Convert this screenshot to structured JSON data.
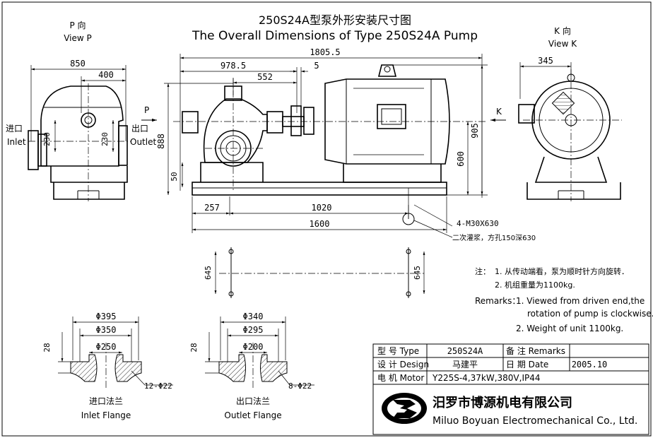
{
  "title_cn": "250S24A型泵外形安装尺寸图",
  "title_en": "The Overall Dimensions of Type 250S24A Pump",
  "view_p": {
    "cn": "P 向",
    "en": "View P"
  },
  "view_k": {
    "cn": "K 向",
    "en": "View K"
  },
  "inlet": {
    "cn": "进口",
    "en": "Inlet"
  },
  "outlet": {
    "cn": "出口",
    "en": "Outlet"
  },
  "marker_p": "P",
  "marker_k": "K",
  "dims": {
    "d850": "850",
    "d400": "400",
    "d230a": "230",
    "d230b": "230",
    "d1805": "1805.5",
    "d978": "978.5",
    "d552": "552",
    "d5": "5",
    "d888": "888",
    "d50": "50",
    "d905": "905",
    "d600": "600",
    "d345": "345",
    "d257": "257",
    "d1020": "1020",
    "d1600": "1600",
    "d645a": "645",
    "d645b": "645",
    "bolt": "4-M30X630",
    "grout": "二次灌浆，方孔150深630"
  },
  "notes": {
    "cn_head": "注：",
    "cn1": "1. 从传动端看，泵为顺时针方向旋转．",
    "cn2": "2. 机组重量为1100kg.",
    "en_head": "Remarks：",
    "en1a": "1.  Viewed from driven end,the",
    "en1b": "rotation of pump is  clockwise.",
    "en2": "2.  Weight of unit 1100kg."
  },
  "inlet_flange": {
    "d1": "Φ395",
    "d2": "Φ350",
    "d3": "Φ250",
    "thick": "28",
    "holes": "12-Φ22",
    "cn": "进口法兰",
    "en": "Inlet Flange"
  },
  "outlet_flange": {
    "d1": "Φ340",
    "d2": "Φ295",
    "d3": "Φ200",
    "thick": "28",
    "holes": "8-Φ22",
    "cn": "出口法兰",
    "en": "Outlet Flange"
  },
  "table": {
    "type_label": "型 号 Type",
    "type_value": "250S24A",
    "remarks_label": "备 注 Remarks",
    "remarks_value": "",
    "design_label": "设 计 Design",
    "design_value": "马建平",
    "date_label": "日 期 Date",
    "date_value": "2005.10",
    "motor_label": "电 机 Motor",
    "motor_value": "Y225S-4,37kW,380V,IP44"
  },
  "company": {
    "cn": "汨罗市博源机电有限公司",
    "en": "Miluo Boyuan Electromechanical Co., Ltd."
  }
}
